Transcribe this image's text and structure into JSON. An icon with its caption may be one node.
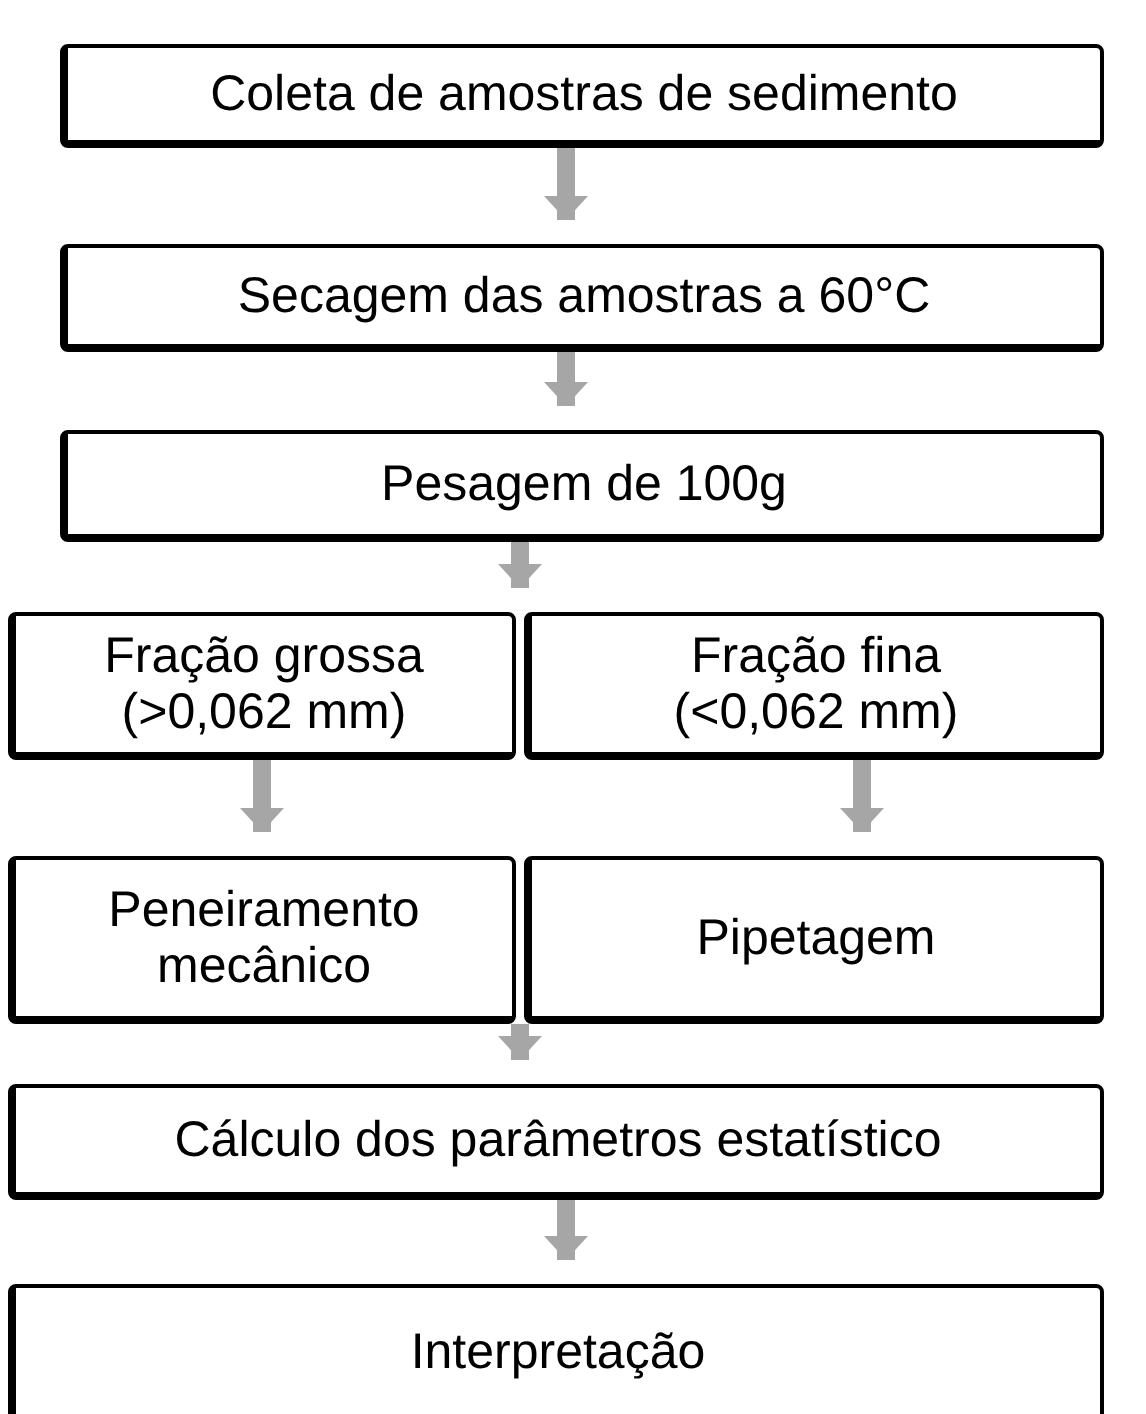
{
  "diagram": {
    "nodes": [
      {
        "text": [
          "Coleta de amostras de sedimento"
        ]
      },
      {
        "text": [
          "Secagem das amostras a 60°C"
        ]
      },
      {
        "text": [
          "Pesagem de 100g"
        ]
      },
      {
        "text": [
          "Fração grossa (>0,062 mm)"
        ]
      },
      {
        "text": [
          "Fração fina (<0,062 mm)"
        ]
      },
      {
        "text": [
          "Peneiramento mecânico"
        ]
      },
      {
        "text": [
          "Pipetagem"
        ]
      },
      {
        "text": [
          "Cálculo dos parâmetros estatístico"
        ]
      },
      {
        "text": [
          "Interpretação"
        ]
      }
    ],
    "edges": [
      {
        "from": 0,
        "to": 1,
        "arrow": "to"
      },
      {
        "from": 1,
        "to": 2,
        "arrow": "to"
      },
      {
        "from": 2,
        "to": 3,
        "arrow": "to"
      },
      {
        "from": 2,
        "to": 4,
        "arrow": "to"
      },
      {
        "from": 3,
        "to": 5,
        "arrow": "to"
      },
      {
        "from": 4,
        "to": 6,
        "arrow": "to"
      },
      {
        "from": 5,
        "to": 7,
        "arrow": "to"
      },
      {
        "from": 6,
        "to": 7,
        "arrow": "to"
      },
      {
        "from": 7,
        "to": 8,
        "arrow": "to"
      }
    ]
  }
}
